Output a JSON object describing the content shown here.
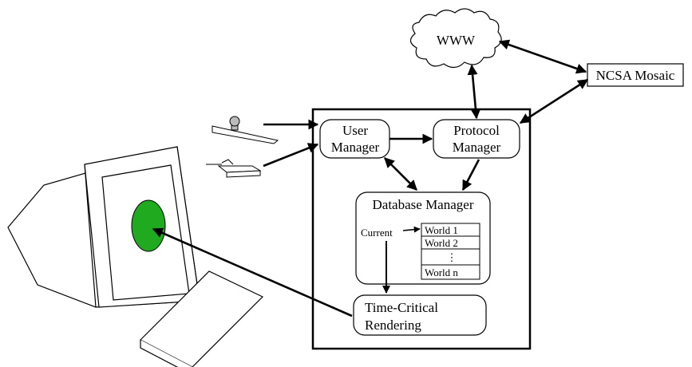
{
  "diagram": {
    "www_label": "WWW",
    "mosaic_label": "NCSA Mosaic",
    "user_manager": [
      "User",
      "Manager"
    ],
    "protocol_manager": [
      "Protocol",
      "Manager"
    ],
    "database_manager": "Database Manager",
    "current_label": "Current",
    "worlds": [
      "World 1",
      "World 2",
      "⋮",
      "World n"
    ],
    "rendering": [
      "Time-Critical",
      "Rendering"
    ]
  },
  "colors": {
    "screen_blob": "#1faa1f",
    "stroke": "#000000",
    "background": "#ffffff"
  }
}
